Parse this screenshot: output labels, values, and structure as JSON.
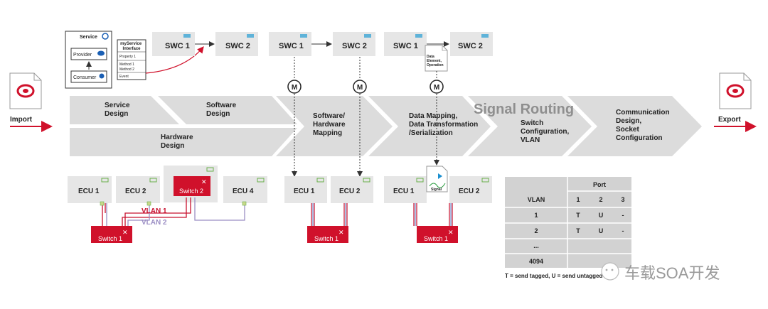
{
  "edges": {
    "import_label": "Import",
    "export_label": "Export"
  },
  "service_card": {
    "title": "Service",
    "provider": "Provider",
    "consumer": "Consumer"
  },
  "interface_card": {
    "title_line1": "myService",
    "title_line2": "Interface",
    "property": "Property 1",
    "method1": "Method 1",
    "method2": "Method 2",
    "event": "Event"
  },
  "swc": {
    "swc1": "SWC 1",
    "swc2": "SWC 2"
  },
  "mapping_badge": "M",
  "data_doc": {
    "line1": "Data",
    "line2": "Element,",
    "line3": "Operation"
  },
  "signal_doc": "Signal",
  "phases": {
    "service_design": [
      "Service",
      "Design"
    ],
    "software_design": [
      "Software",
      "Design"
    ],
    "hardware_design": [
      "Hardware",
      "Design"
    ],
    "sw_hw_mapping": [
      "Software/",
      "Hardware",
      "Mapping"
    ],
    "data_mapping": [
      "Data Mapping,",
      "Data Transformation",
      "/Serialization"
    ],
    "signal_routing": "Signal Routing",
    "switch_config": [
      "Switch",
      "Configuration,",
      "VLAN"
    ],
    "comm_design": [
      "Communication",
      "Design,",
      "Socket",
      "Configuration"
    ]
  },
  "ecus": {
    "ecu1": "ECU 1",
    "ecu2": "ECU 2",
    "ecu4": "ECU 4"
  },
  "switches": {
    "switch1": "Switch 1",
    "switch2": "Switch 2"
  },
  "vlans": {
    "vlan1": "VLAN 1",
    "vlan2": "VLAN 2"
  },
  "vlan_table": {
    "header_port": "Port",
    "col_label": "VLAN",
    "ports": [
      "1",
      "2",
      "3"
    ],
    "rows": [
      {
        "vlan": "1",
        "cells": [
          "T",
          "U",
          "-"
        ]
      },
      {
        "vlan": "2",
        "cells": [
          "T",
          "U",
          "-"
        ]
      },
      {
        "vlan": "...",
        "cells": [
          "",
          "",
          ""
        ]
      },
      {
        "vlan": "4094",
        "cells": [
          "",
          "",
          ""
        ]
      }
    ],
    "legend": "T = send tagged, U = send untagged"
  },
  "watermark": "车载SOA开发",
  "colors": {
    "brand_red": "#d0112b",
    "band_grey": "#dcdcdc",
    "box_grey": "#e6e6e6",
    "table_grey": "#d2d2d2",
    "vlan_red": "#c8102e",
    "vlan_purple": "#9b8ec4"
  }
}
